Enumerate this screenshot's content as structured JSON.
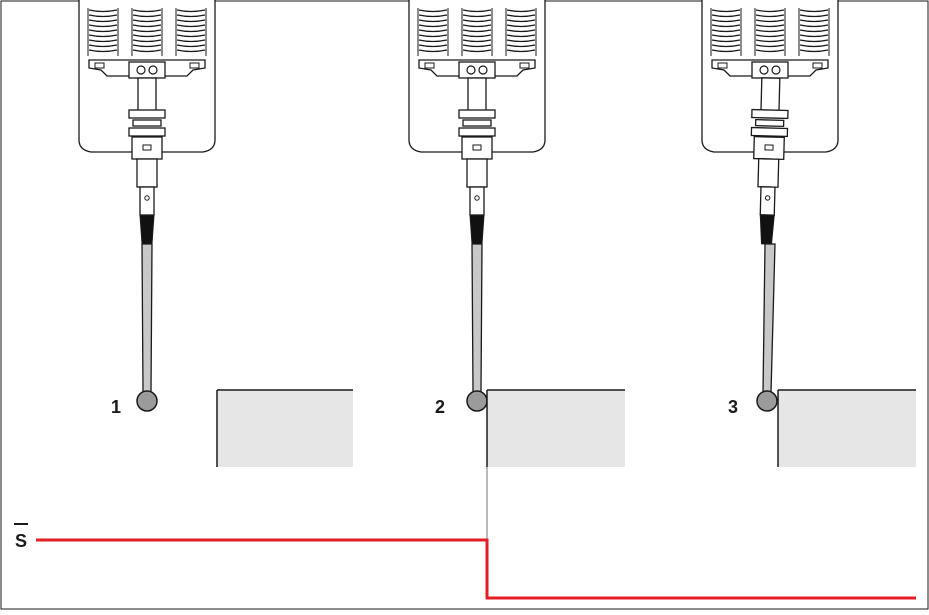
{
  "diagram": {
    "positions": [
      {
        "label": "1"
      },
      {
        "label": "2"
      },
      {
        "label": "3"
      }
    ],
    "signal_label": "S",
    "colors": {
      "signal": "#e31e24",
      "workpiece_fill": "#e6e6e6",
      "stylus_shaft": "#c8c8c8",
      "ball": "#9b9b9b",
      "outline": "#1a1a1a"
    }
  }
}
